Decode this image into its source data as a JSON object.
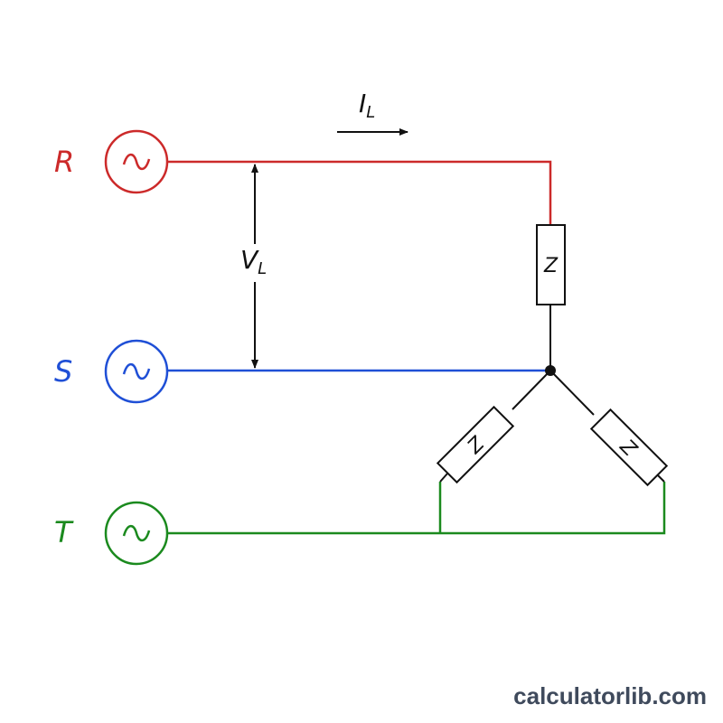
{
  "colors": {
    "r": "#cc2a2a",
    "s": "#1f4fd6",
    "t": "#1b8a1e",
    "neutral": "#111111",
    "watermark": "#3f4a5c"
  },
  "phases": [
    {
      "label": "R",
      "source_icon": "ac-source-icon"
    },
    {
      "label": "S",
      "source_icon": "ac-source-icon"
    },
    {
      "label": "T",
      "source_icon": "ac-source-icon"
    }
  ],
  "line_current": {
    "symbol": "I",
    "subscript": "L"
  },
  "line_voltage": {
    "symbol": "V",
    "subscript": "L"
  },
  "impedances": [
    {
      "label": "Z"
    },
    {
      "label": "Z"
    },
    {
      "label": "Z"
    }
  ],
  "watermark": "calculatorlib.com"
}
